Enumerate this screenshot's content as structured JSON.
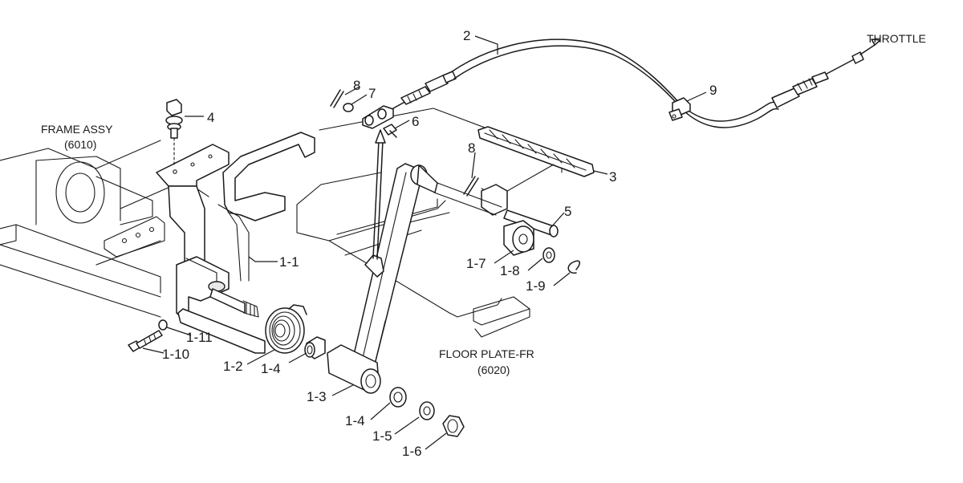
{
  "callouts": [
    {
      "id": "2",
      "text": "2"
    },
    {
      "id": "8a",
      "text": "8"
    },
    {
      "id": "7",
      "text": "7"
    },
    {
      "id": "4",
      "text": "4"
    },
    {
      "id": "6",
      "text": "6"
    },
    {
      "id": "9",
      "text": "9"
    },
    {
      "id": "8b",
      "text": "8"
    },
    {
      "id": "3",
      "text": "3"
    },
    {
      "id": "5",
      "text": "5"
    },
    {
      "id": "1-1",
      "text": "1-1"
    },
    {
      "id": "1-7",
      "text": "1-7"
    },
    {
      "id": "1-8",
      "text": "1-8"
    },
    {
      "id": "1-9",
      "text": "1-9"
    },
    {
      "id": "1-11",
      "text": "1-11"
    },
    {
      "id": "1-10",
      "text": "1-10"
    },
    {
      "id": "1-2",
      "text": "1-2"
    },
    {
      "id": "1-4a",
      "text": "1-4"
    },
    {
      "id": "1-3",
      "text": "1-3"
    },
    {
      "id": "1-4b",
      "text": "1-4"
    },
    {
      "id": "1-5",
      "text": "1-5"
    },
    {
      "id": "1-6",
      "text": "1-6"
    }
  ],
  "references": {
    "frame_title": "FRAME ASSY",
    "frame_code": "(6010)",
    "floor_title": "FLOOR PLATE-FR",
    "floor_code": "(6020)",
    "throttle": "THROTTLE"
  }
}
